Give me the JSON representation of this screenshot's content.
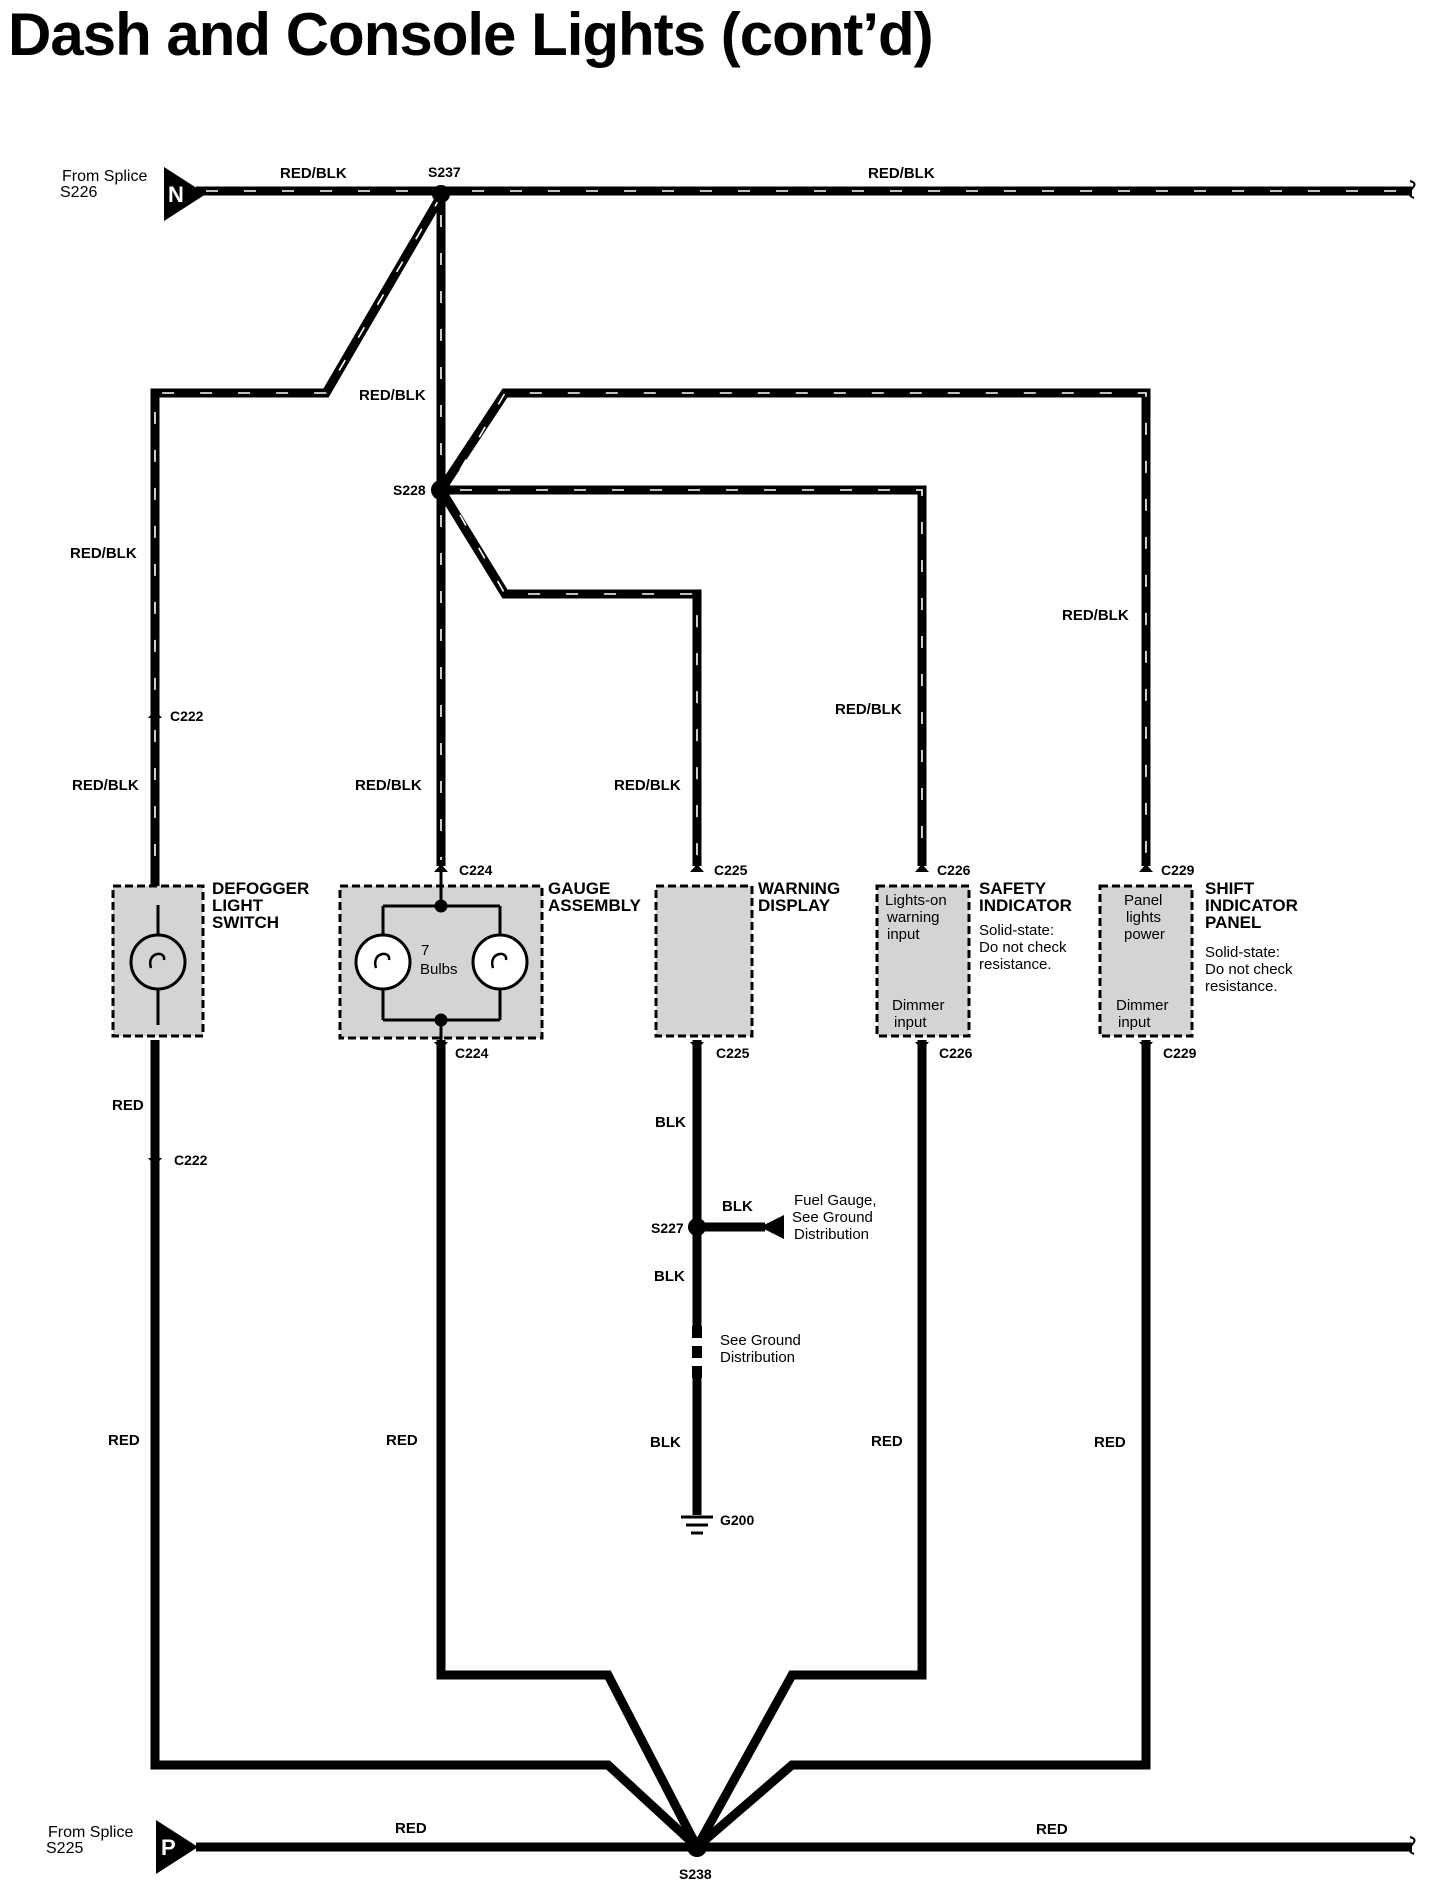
{
  "title": "Dash and Console Lights (cont’d)",
  "sources": {
    "top": {
      "from": "From Splice",
      "splice": "S226",
      "letter": "N"
    },
    "bottom": {
      "from": "From Splice",
      "splice": "S225",
      "letter": "P"
    }
  },
  "splices": {
    "s237": "S237",
    "s228": "S228",
    "s227": "S227",
    "s238": "S238"
  },
  "ground": "G200",
  "wire_colors": {
    "red_blk": "RED/BLK",
    "red": "RED",
    "blk": "BLK"
  },
  "connectors": {
    "c222": "C222",
    "c224": "C224",
    "c225": "C225",
    "c226": "C226",
    "c229": "C229"
  },
  "components": {
    "defogger": {
      "name_1": "DEFOGGER",
      "name_2": "LIGHT",
      "name_3": "SWITCH"
    },
    "gauge": {
      "name_1": "GAUGE",
      "name_2": "ASSEMBLY",
      "bulbs_1": "7",
      "bulbs_2": "Bulbs"
    },
    "warning": {
      "name_1": "WARNING",
      "name_2": "DISPLAY"
    },
    "safety": {
      "name_1": "SAFETY",
      "name_2": "INDICATOR",
      "note_1": "Solid-state:",
      "note_2": "Do not check",
      "note_3": "resistance.",
      "input_1": "Lights-on",
      "input_2": "warning",
      "input_3": "input",
      "dimmer_1": "Dimmer",
      "dimmer_2": "input"
    },
    "shift": {
      "name_1": "SHIFT",
      "name_2": "INDICATOR",
      "name_3": "PANEL",
      "note_1": "Solid-state:",
      "note_2": "Do not check",
      "note_3": "resistance.",
      "input_1": "Panel",
      "input_2": "lights",
      "input_3": "power",
      "dimmer_1": "Dimmer",
      "dimmer_2": "input"
    }
  },
  "ground_refs": {
    "fuel_1": "Fuel Gauge,",
    "fuel_2": "See Ground",
    "fuel_3": "Distribution",
    "see_1": "See Ground",
    "see_2": "Distribution"
  }
}
